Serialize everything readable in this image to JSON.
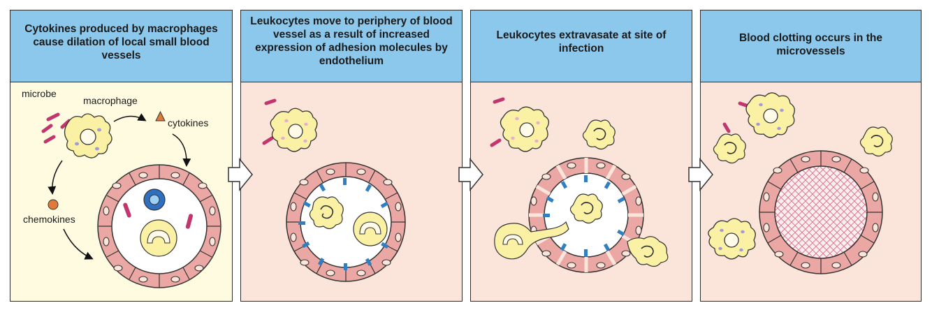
{
  "panels": [
    {
      "title": "Cytokines produced by macrophages cause dilation of local small blood vessels"
    },
    {
      "title": "Leukocytes move to periphery of blood vessel as a result of increased expression of adhesion molecules by endothelium"
    },
    {
      "title": "Leukocytes extravasate at site of infection"
    },
    {
      "title": "Blood clotting occurs in the microvessels"
    }
  ],
  "labels": {
    "microbe": "microbe",
    "macrophage": "macrophage",
    "cytokines": "cytokines",
    "chemokines": "chemokines"
  },
  "colors": {
    "header": "#8cc8ec",
    "panel1_bg": "#fefbe0",
    "panel_bg": "#fbe5db",
    "endothelium": "#eba7a4",
    "cell_yellow": "#fbf1a4",
    "microbe": "#c2366e",
    "adhesion": "#2f7fc2",
    "lymphocyte": "#2f6fc0",
    "chemokine": "#e07a3a",
    "clot": "#e07a90"
  }
}
